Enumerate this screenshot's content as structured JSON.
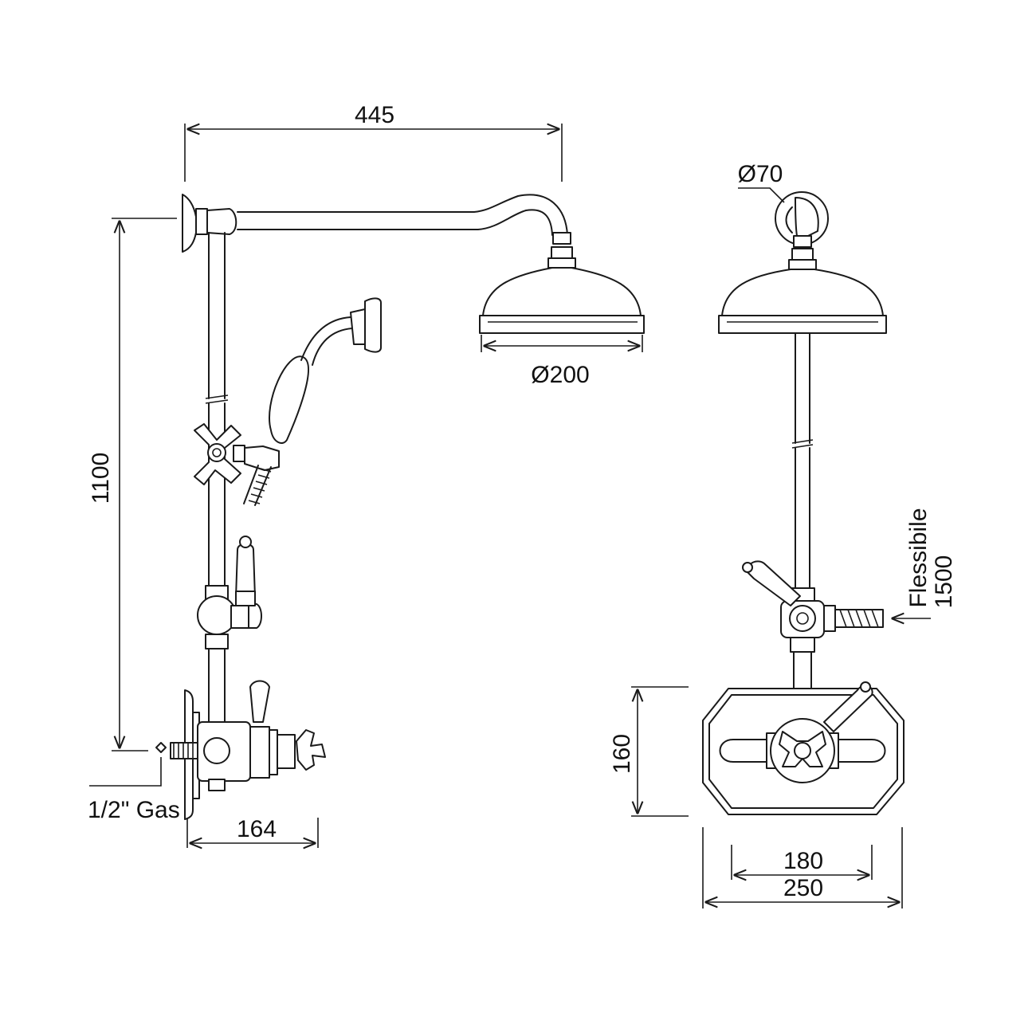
{
  "dimensions": {
    "arm_length": "445",
    "height": "1100",
    "head_diameter": "Ø200",
    "flange_diameter": "Ø70",
    "projection": "164",
    "inlet": "1/2\" Gas",
    "hose_label": "Flessibile",
    "hose_length": "1500",
    "plate_height": "160",
    "inner_width": "180",
    "plate_width": "250"
  },
  "colors": {
    "line": "#1a1a1a",
    "background": "#ffffff"
  }
}
